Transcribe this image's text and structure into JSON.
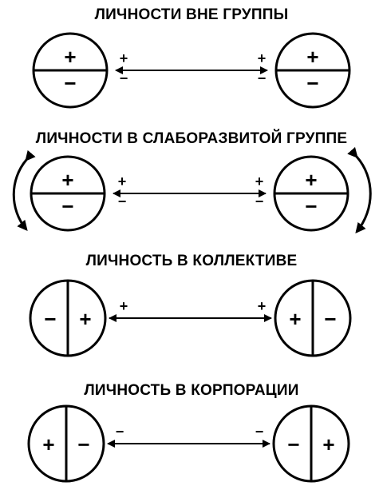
{
  "sections": [
    {
      "title": "ЛИЧНОСТИ ВНЕ ГРУППЫ"
    },
    {
      "title": "ЛИЧНОСТИ В СЛАБОРАЗВИТОЙ ГРУППЕ"
    },
    {
      "title": "ЛИЧНОСТЬ В КОЛЛЕКТИВЕ"
    },
    {
      "title": "ЛИЧНОСТЬ В КОРПОРАЦИИ"
    }
  ],
  "signs": {
    "plus": "+",
    "minus": "−"
  }
}
